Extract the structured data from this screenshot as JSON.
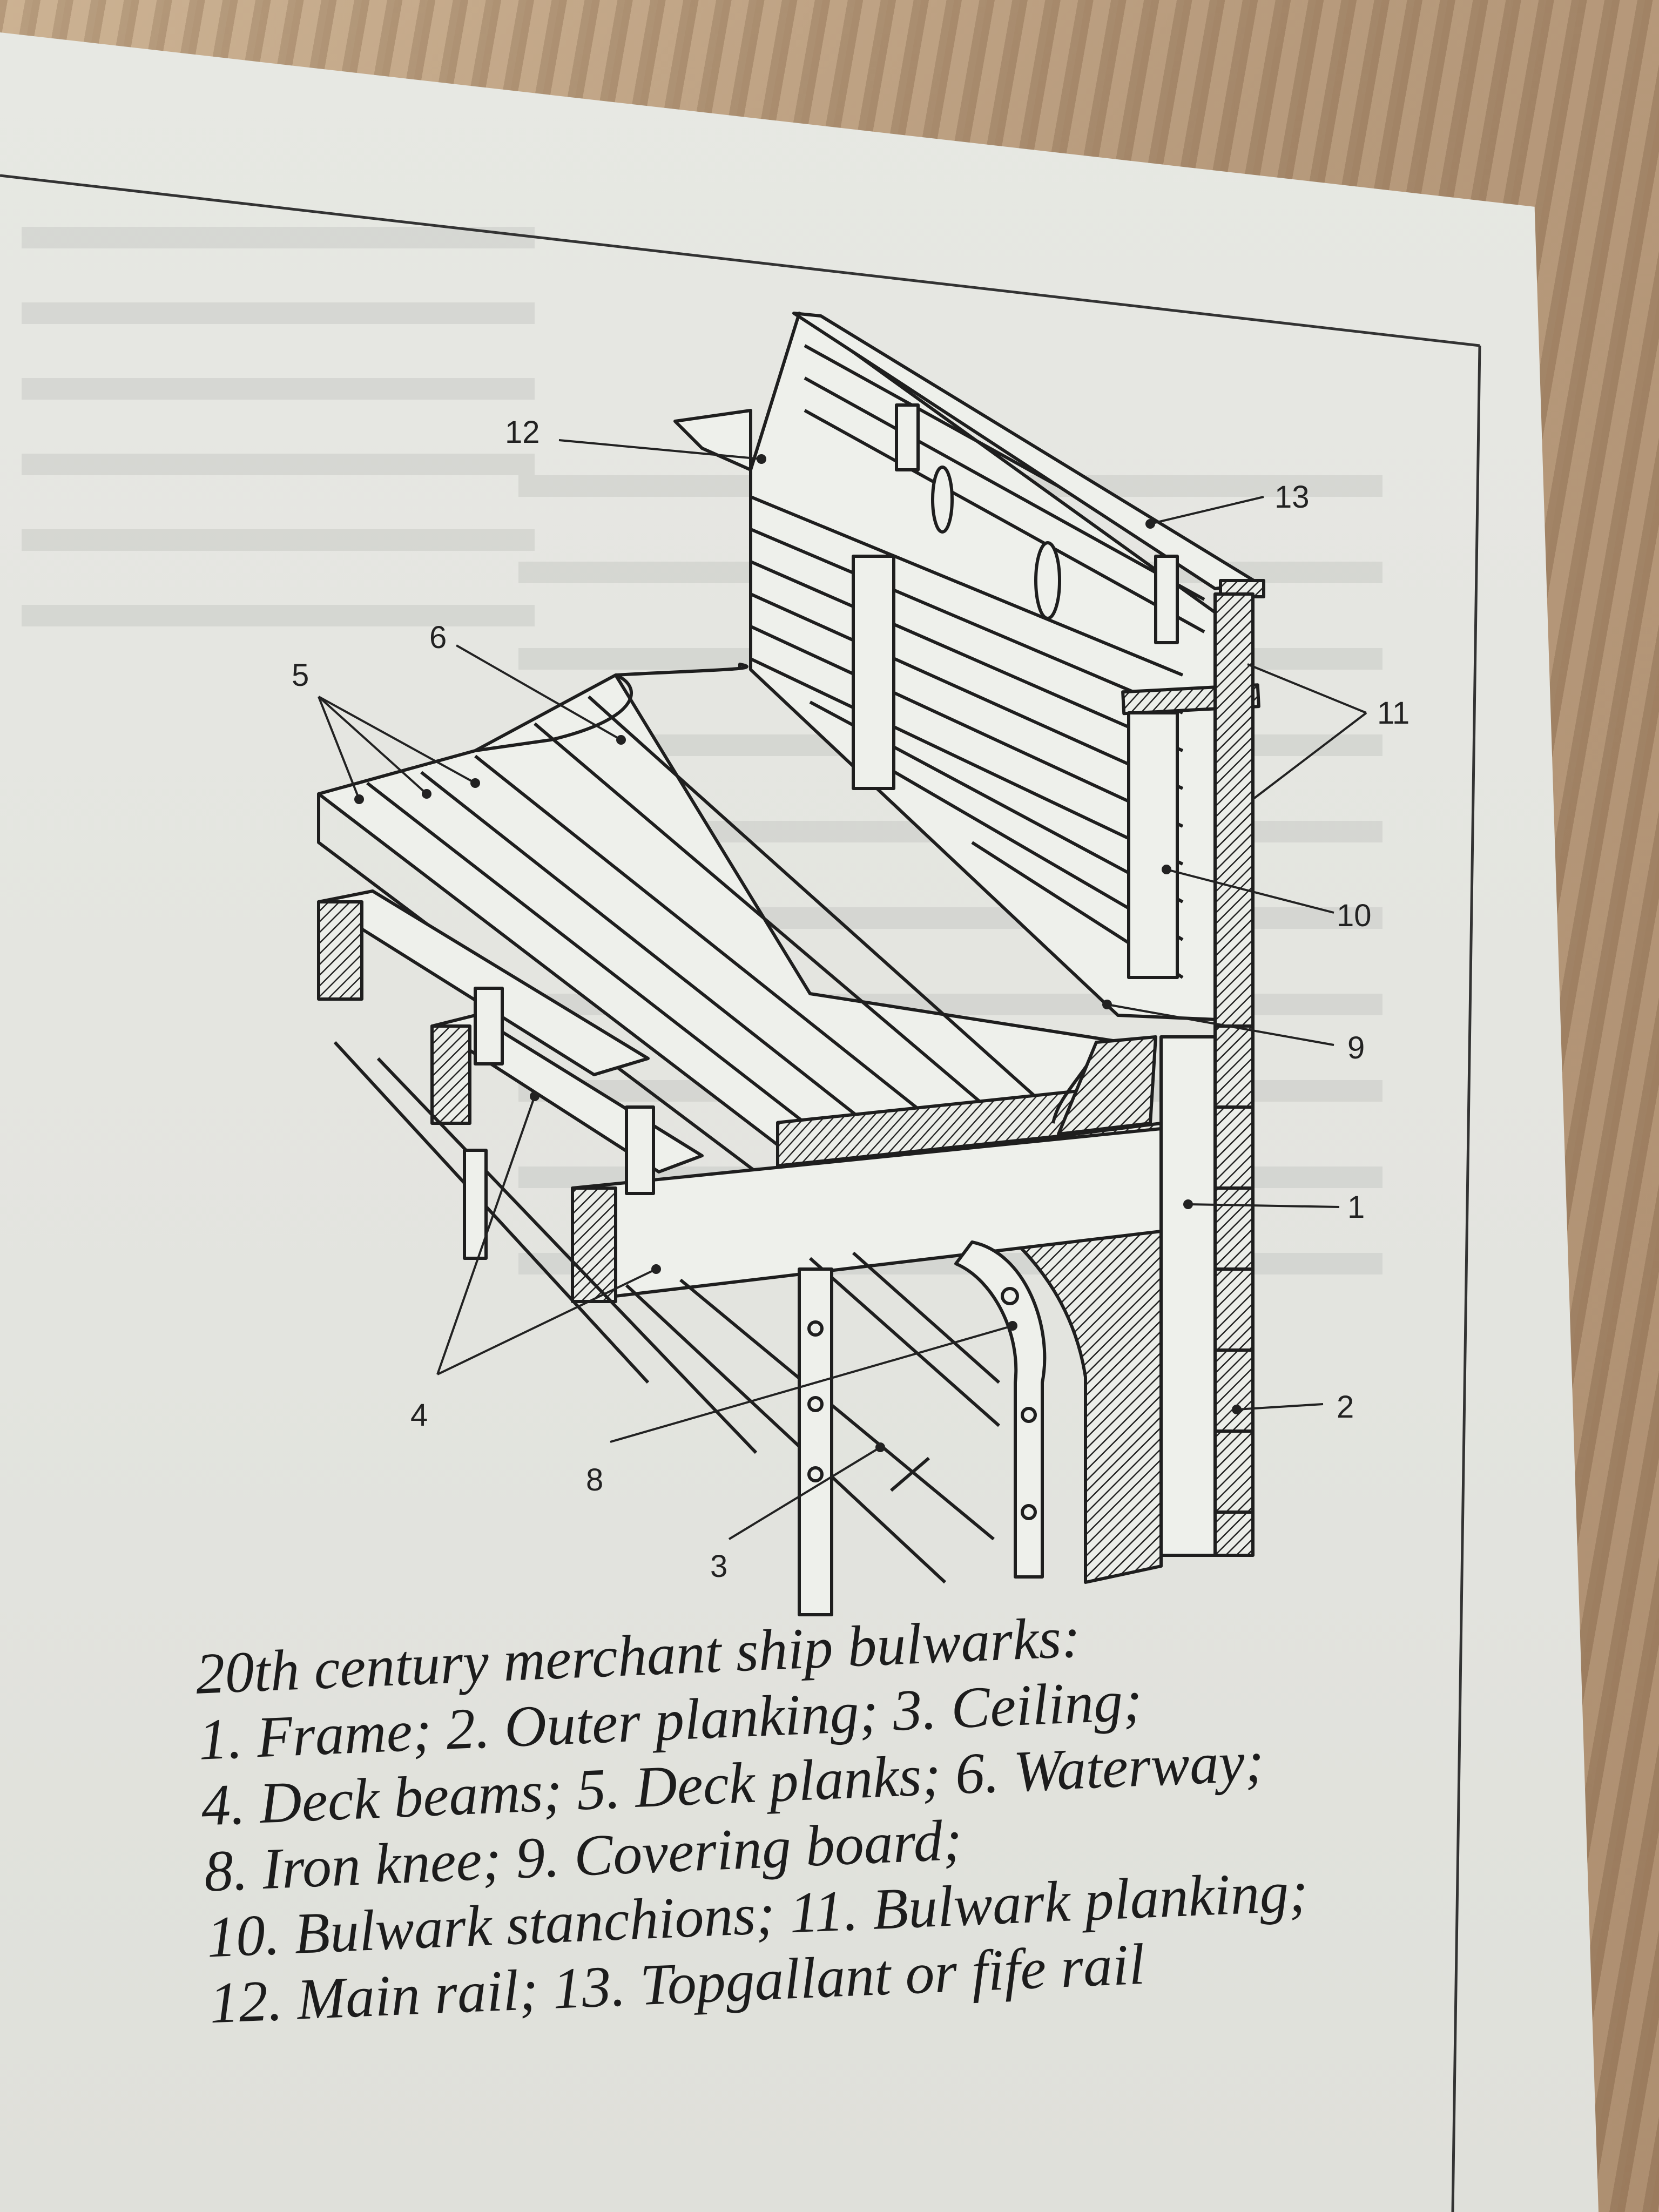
{
  "figure": {
    "callouts": [
      {
        "id": "12",
        "text": "12"
      },
      {
        "id": "13",
        "text": "13"
      },
      {
        "id": "6",
        "text": "6"
      },
      {
        "id": "5",
        "text": "5"
      },
      {
        "id": "11",
        "text": "11"
      },
      {
        "id": "10",
        "text": "10"
      },
      {
        "id": "9",
        "text": "9"
      },
      {
        "id": "1",
        "text": "1"
      },
      {
        "id": "2",
        "text": "2"
      },
      {
        "id": "4",
        "text": "4"
      },
      {
        "id": "8",
        "text": "8"
      },
      {
        "id": "3",
        "text": "3"
      }
    ]
  },
  "caption": {
    "lines": [
      "20th century merchant ship bulwarks:",
      "1. Frame; 2. Outer planking; 3. Ceiling;",
      "4. Deck beams; 5. Deck planks; 6. Waterway;",
      "8. Iron knee; 9. Covering board;",
      "10. Bulwark stanchions; 11. Bulwark planking;",
      "12. Main rail; 13. Topgallant or fife rail"
    ]
  },
  "colors": {
    "paper": "#e4e5e0",
    "ink": "#1c1c1c",
    "table": "#b59a7c"
  }
}
